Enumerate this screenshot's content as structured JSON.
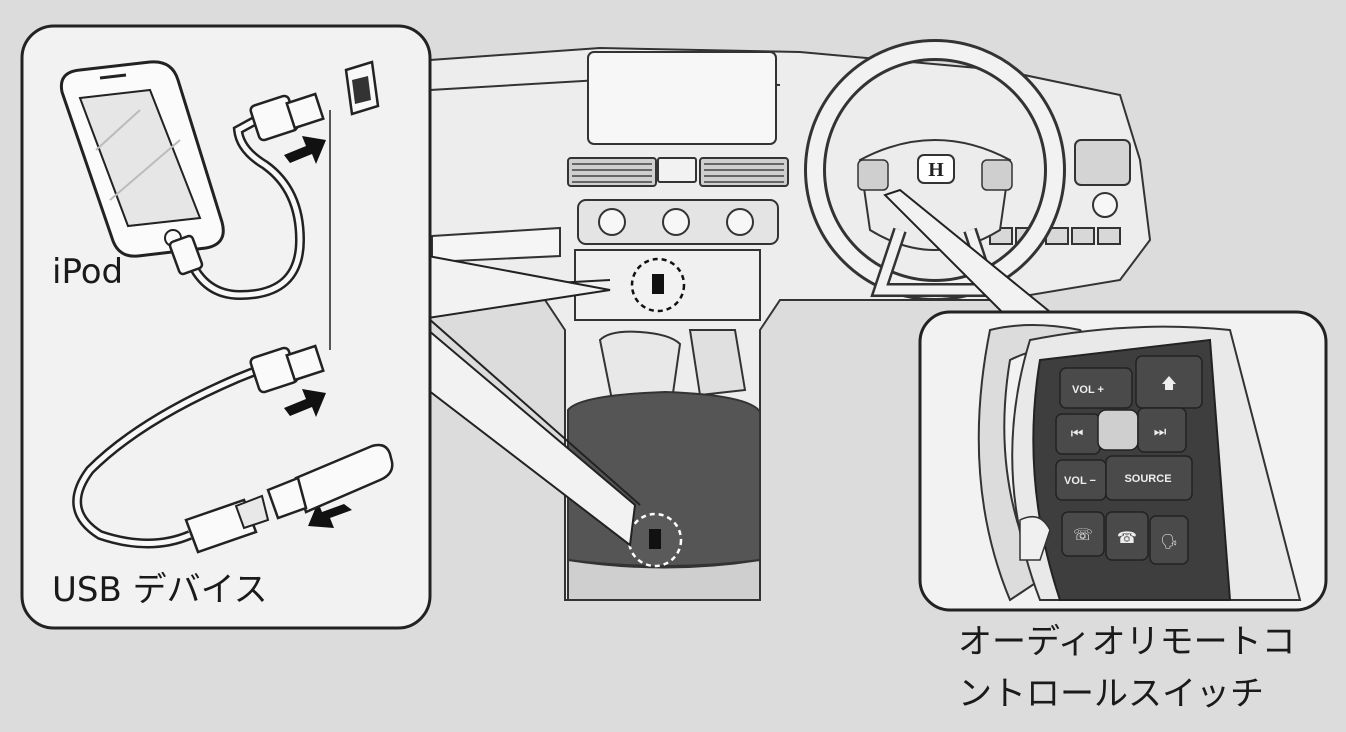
{
  "labels": {
    "ipod": "iPod",
    "usb_device": "USB デバイス",
    "audio_remote_line1": "オーディオリモートコ",
    "audio_remote_line2": "ントロールスイッチ"
  },
  "steering_buttons": {
    "vol_up": "VOL +",
    "vol_down": "VOL −",
    "source": "SOURCE"
  },
  "colors": {
    "background": "#dcdcdc",
    "panel": "#f2f2f2",
    "outline": "#222222",
    "console": "#555555"
  }
}
